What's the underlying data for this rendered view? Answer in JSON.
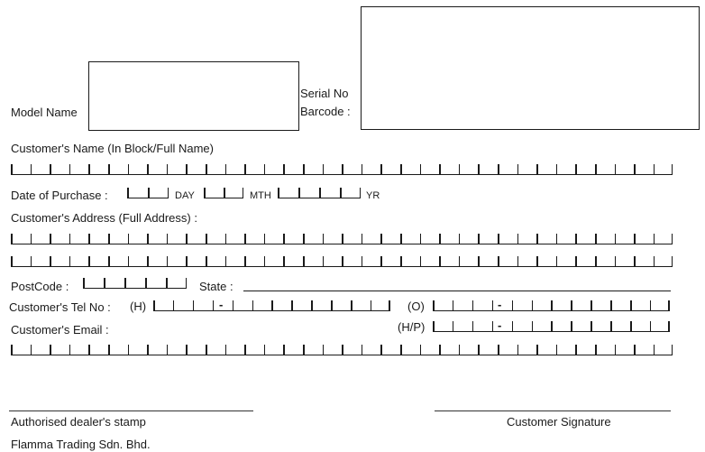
{
  "form": {
    "model_name_label": "Model Name",
    "serial_no_label": "Serial No",
    "barcode_label": "Barcode :",
    "customer_name_label": "Customer's Name (In Block/Full Name)",
    "date_of_purchase_label": "Date of Purchase :",
    "day_label": "DAY",
    "month_label": "MTH",
    "year_label": "YR",
    "address_label": "Customer's Address (Full Address) :",
    "postcode_label": "PostCode :",
    "state_label": "State :",
    "tel_label": "Customer's Tel No :",
    "tel_home_label": "(H)",
    "tel_office_label": "(O)",
    "tel_hp_label": "(H/P)",
    "email_label": "Customer's  Email :",
    "dash": "-"
  },
  "footer": {
    "dealer_stamp_label": "Authorised dealer's stamp",
    "signature_label": "Customer Signature",
    "company_name": "Flamma Trading Sdn. Bhd."
  }
}
